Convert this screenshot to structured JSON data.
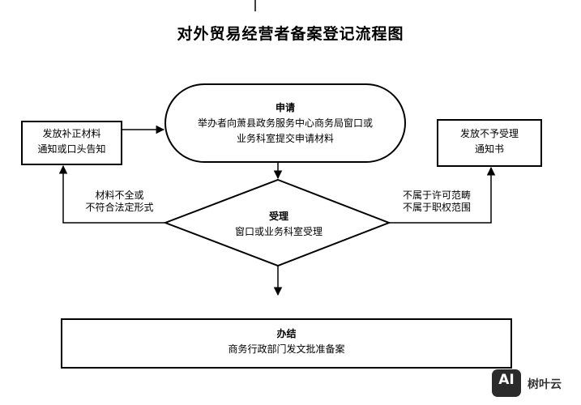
{
  "title": "对外贸易经营者备案登记流程图",
  "nodes": {
    "apply": {
      "heading": "申请",
      "line1": "举办者向萧县政务服务中心商务局窗口或",
      "line2": "业务科室提交申请材料"
    },
    "supplement": {
      "line1": "发放补正材料",
      "line2": "通知或口头告知"
    },
    "reject": {
      "line1": "发放不予受理",
      "line2": "通知书"
    },
    "accept": {
      "heading": "受理",
      "line1": "窗口或业务科室受理"
    },
    "complete": {
      "heading": "办结",
      "line1": "商务行政部门发文批准备案"
    }
  },
  "edges": {
    "incomplete": {
      "line1": "材料不全或",
      "line2": "不符合法定形式"
    },
    "not_applicable": {
      "line1": "不属于许可范畴",
      "line2": "不属于职权范围"
    }
  },
  "watermark": {
    "badge": "AI",
    "text": "树叶云"
  }
}
